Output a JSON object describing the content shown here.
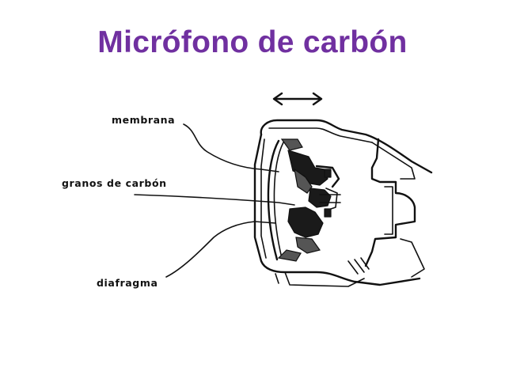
{
  "slide": {
    "title": "Micrófono de carbón",
    "title_color": "#7030a0"
  },
  "diagram": {
    "labels": {
      "membrana": "membrana",
      "granos": "granos de carbón",
      "diafragma": "diafragma"
    },
    "arrow": "bidirectional-arrow-icon"
  }
}
